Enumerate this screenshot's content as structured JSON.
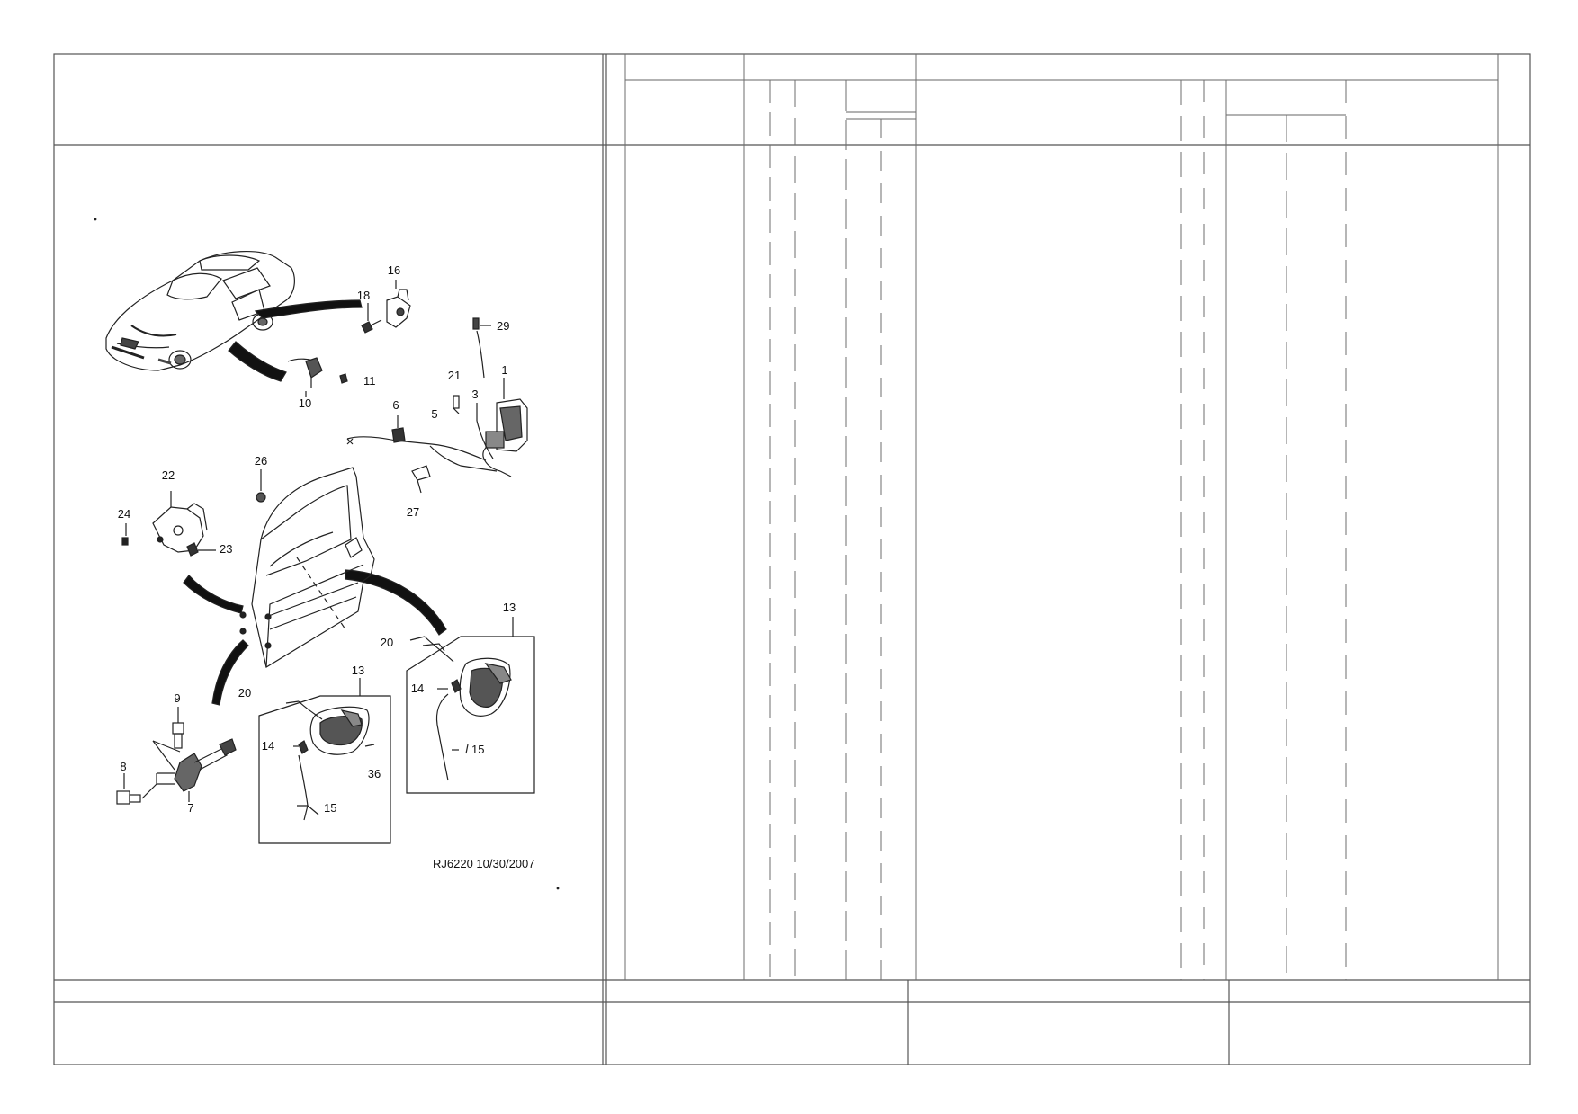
{
  "drawing": {
    "caption": "RJ6220  10/30/2007",
    "callouts": [
      {
        "id": "c16",
        "label": "16"
      },
      {
        "id": "c18",
        "label": "18"
      },
      {
        "id": "c29",
        "label": "29"
      },
      {
        "id": "c11",
        "label": "11"
      },
      {
        "id": "c10",
        "label": "10"
      },
      {
        "id": "c1",
        "label": "1"
      },
      {
        "id": "c21",
        "label": "21"
      },
      {
        "id": "c3",
        "label": "3"
      },
      {
        "id": "c6",
        "label": "6"
      },
      {
        "id": "c5",
        "label": "5"
      },
      {
        "id": "c27",
        "label": "27"
      },
      {
        "id": "c26",
        "label": "26"
      },
      {
        "id": "c22",
        "label": "22"
      },
      {
        "id": "c24",
        "label": "24"
      },
      {
        "id": "c23",
        "label": "23"
      },
      {
        "id": "c13a",
        "label": "13"
      },
      {
        "id": "c20a",
        "label": "20"
      },
      {
        "id": "c14a",
        "label": "14"
      },
      {
        "id": "c15a",
        "label": "15"
      },
      {
        "id": "c9",
        "label": "9"
      },
      {
        "id": "c20b",
        "label": "20"
      },
      {
        "id": "c13b",
        "label": "13"
      },
      {
        "id": "c14b",
        "label": "14"
      },
      {
        "id": "c36",
        "label": "36"
      },
      {
        "id": "c8",
        "label": "8"
      },
      {
        "id": "c7",
        "label": "7"
      },
      {
        "id": "c15b",
        "label": "15"
      }
    ]
  }
}
